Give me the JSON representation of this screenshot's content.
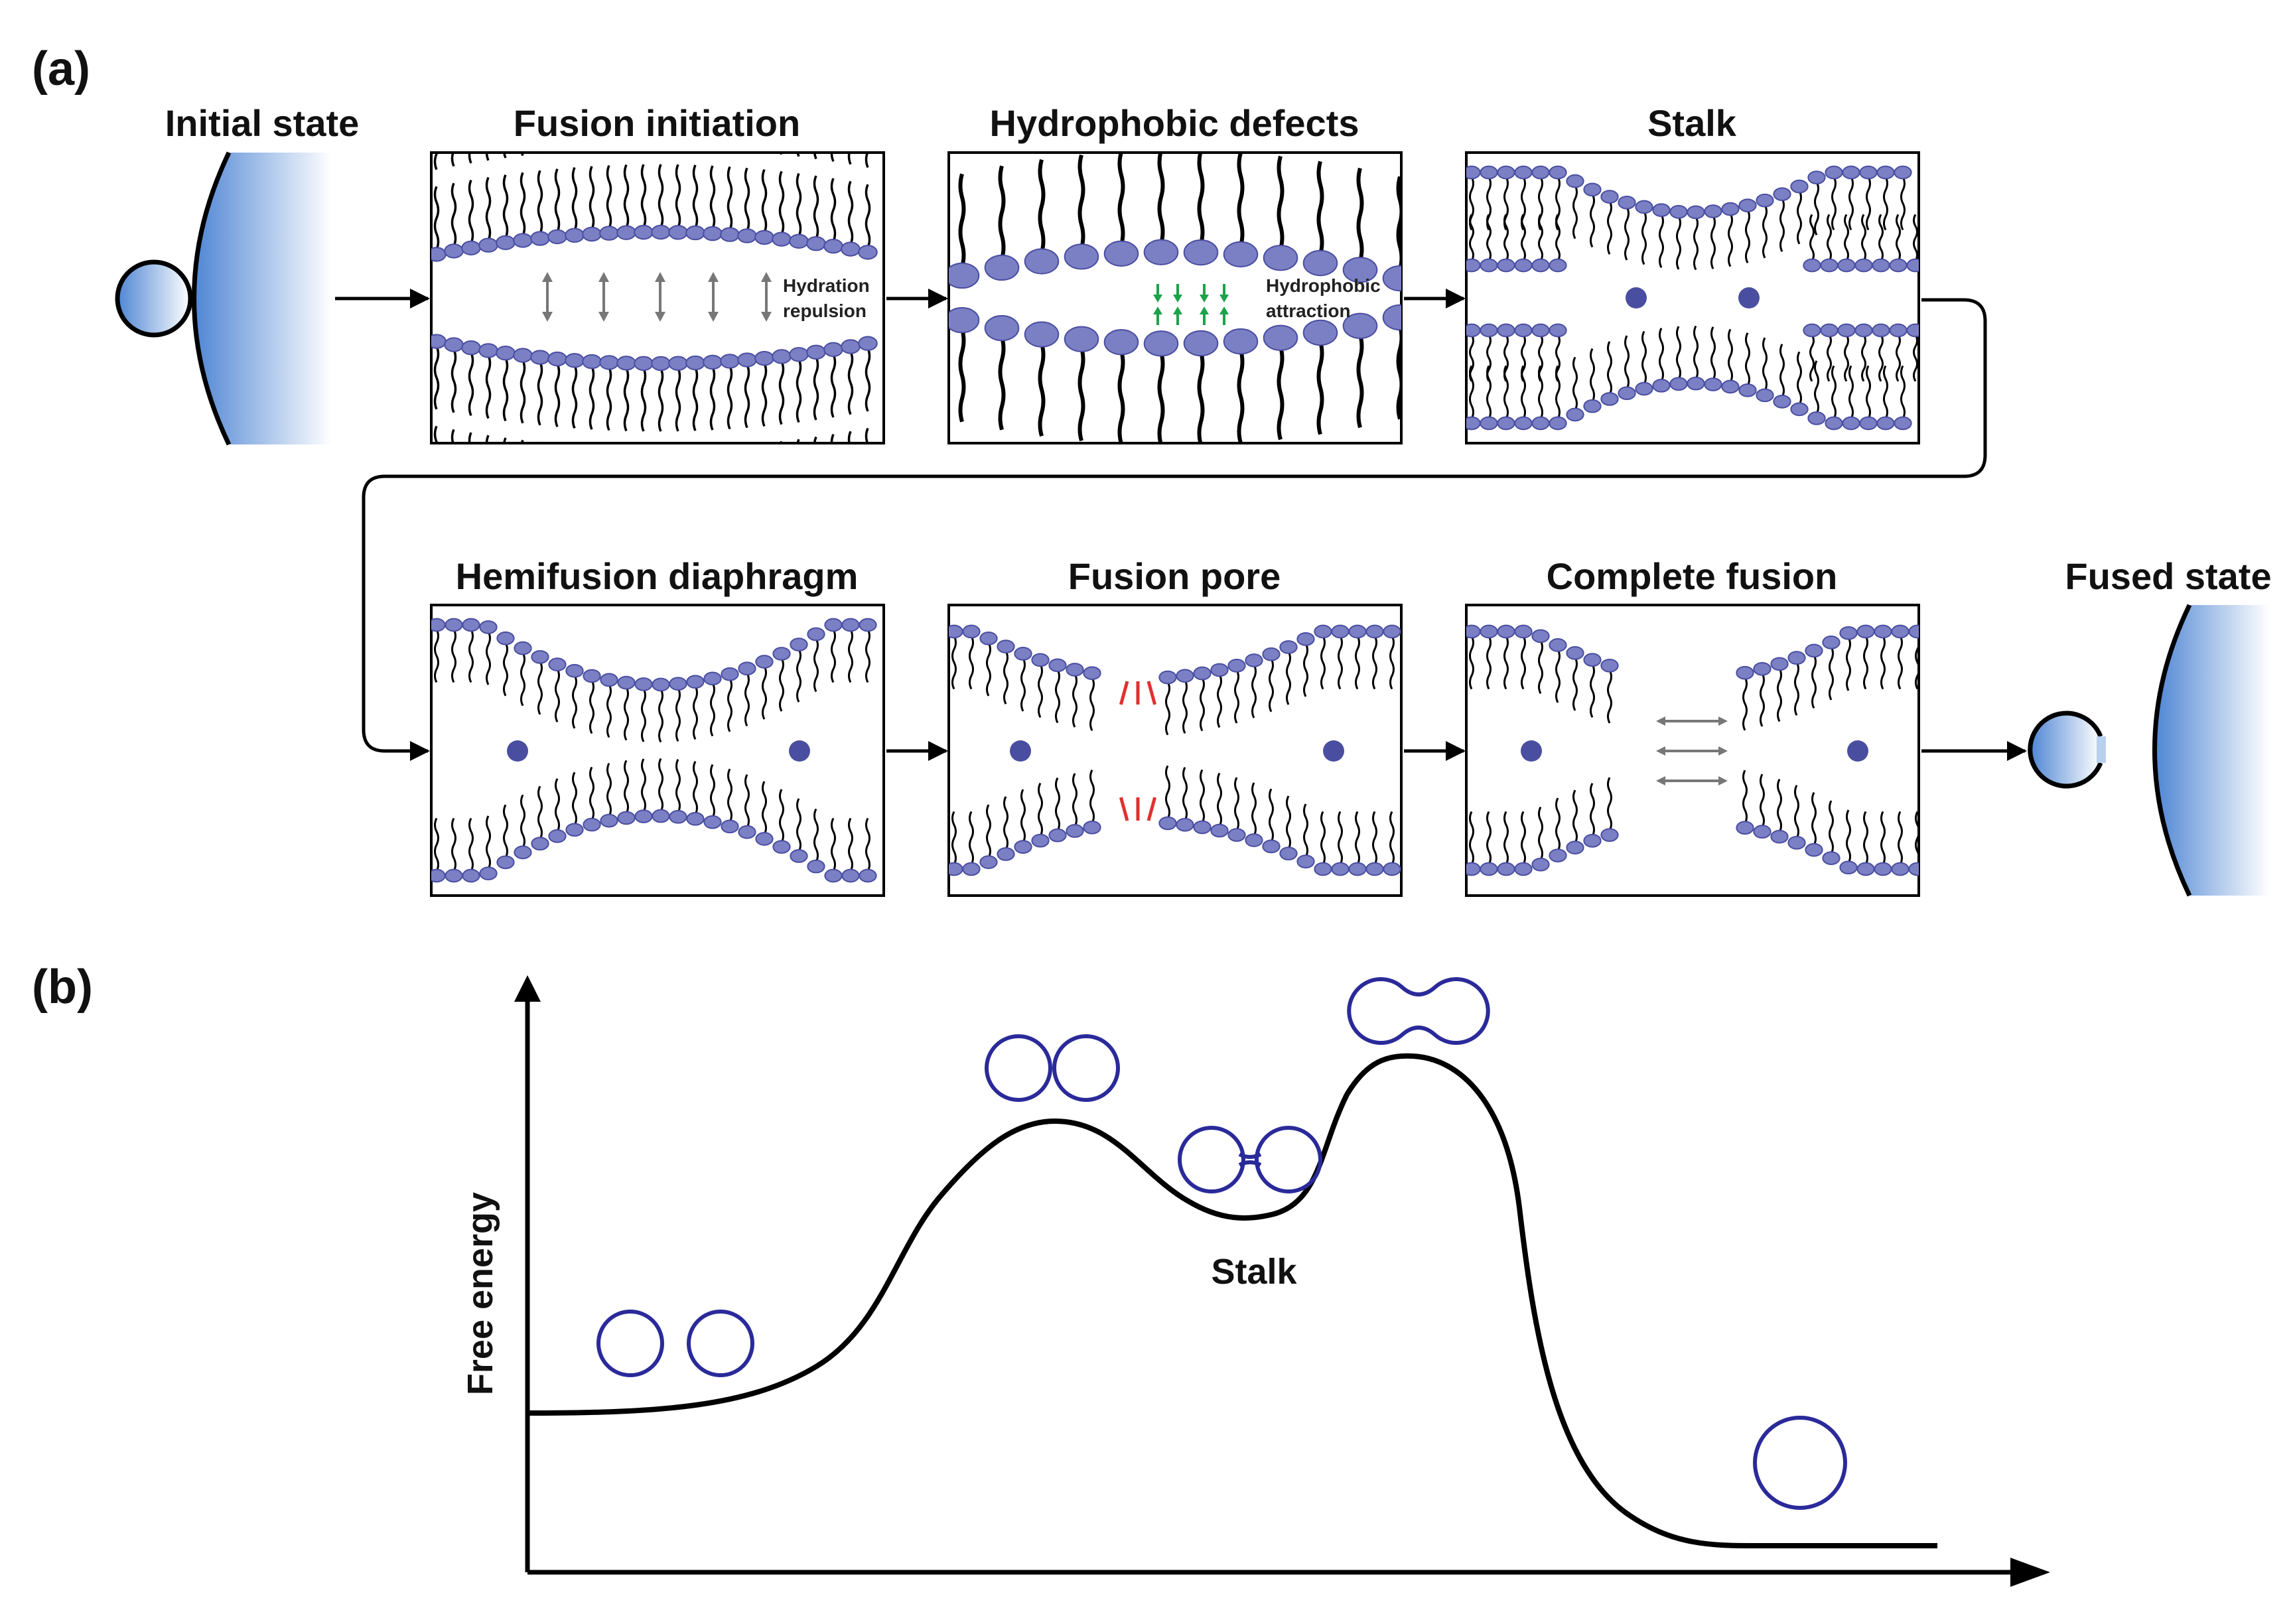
{
  "panel_a": {
    "letter": "(a)",
    "stages": [
      {
        "title": "Initial state"
      },
      {
        "title": "Fusion initiation",
        "note_line1": "Hydration",
        "note_line2": "repulsion"
      },
      {
        "title": "Hydrophobic defects",
        "note_line1": "Hydrophobic",
        "note_line2": "attraction"
      },
      {
        "title": "Stalk"
      },
      {
        "title": "Hemifusion diaphragm"
      },
      {
        "title": "Fusion pore"
      },
      {
        "title": "Complete fusion"
      },
      {
        "title": "Fused state"
      }
    ]
  },
  "panel_b": {
    "letter": "(b)",
    "ylabel": "Free energy",
    "stalk_label": "Stalk"
  },
  "colors": {
    "headgroup": "#7b7fc4",
    "headgroup_stroke": "#4a4ea0",
    "vesicle_outline": "#2a2a9a",
    "gradient_blue": "#4f86d4",
    "green_arrow": "#1aa34a",
    "red_burst": "#e03030",
    "grey_arrow": "#777777"
  }
}
